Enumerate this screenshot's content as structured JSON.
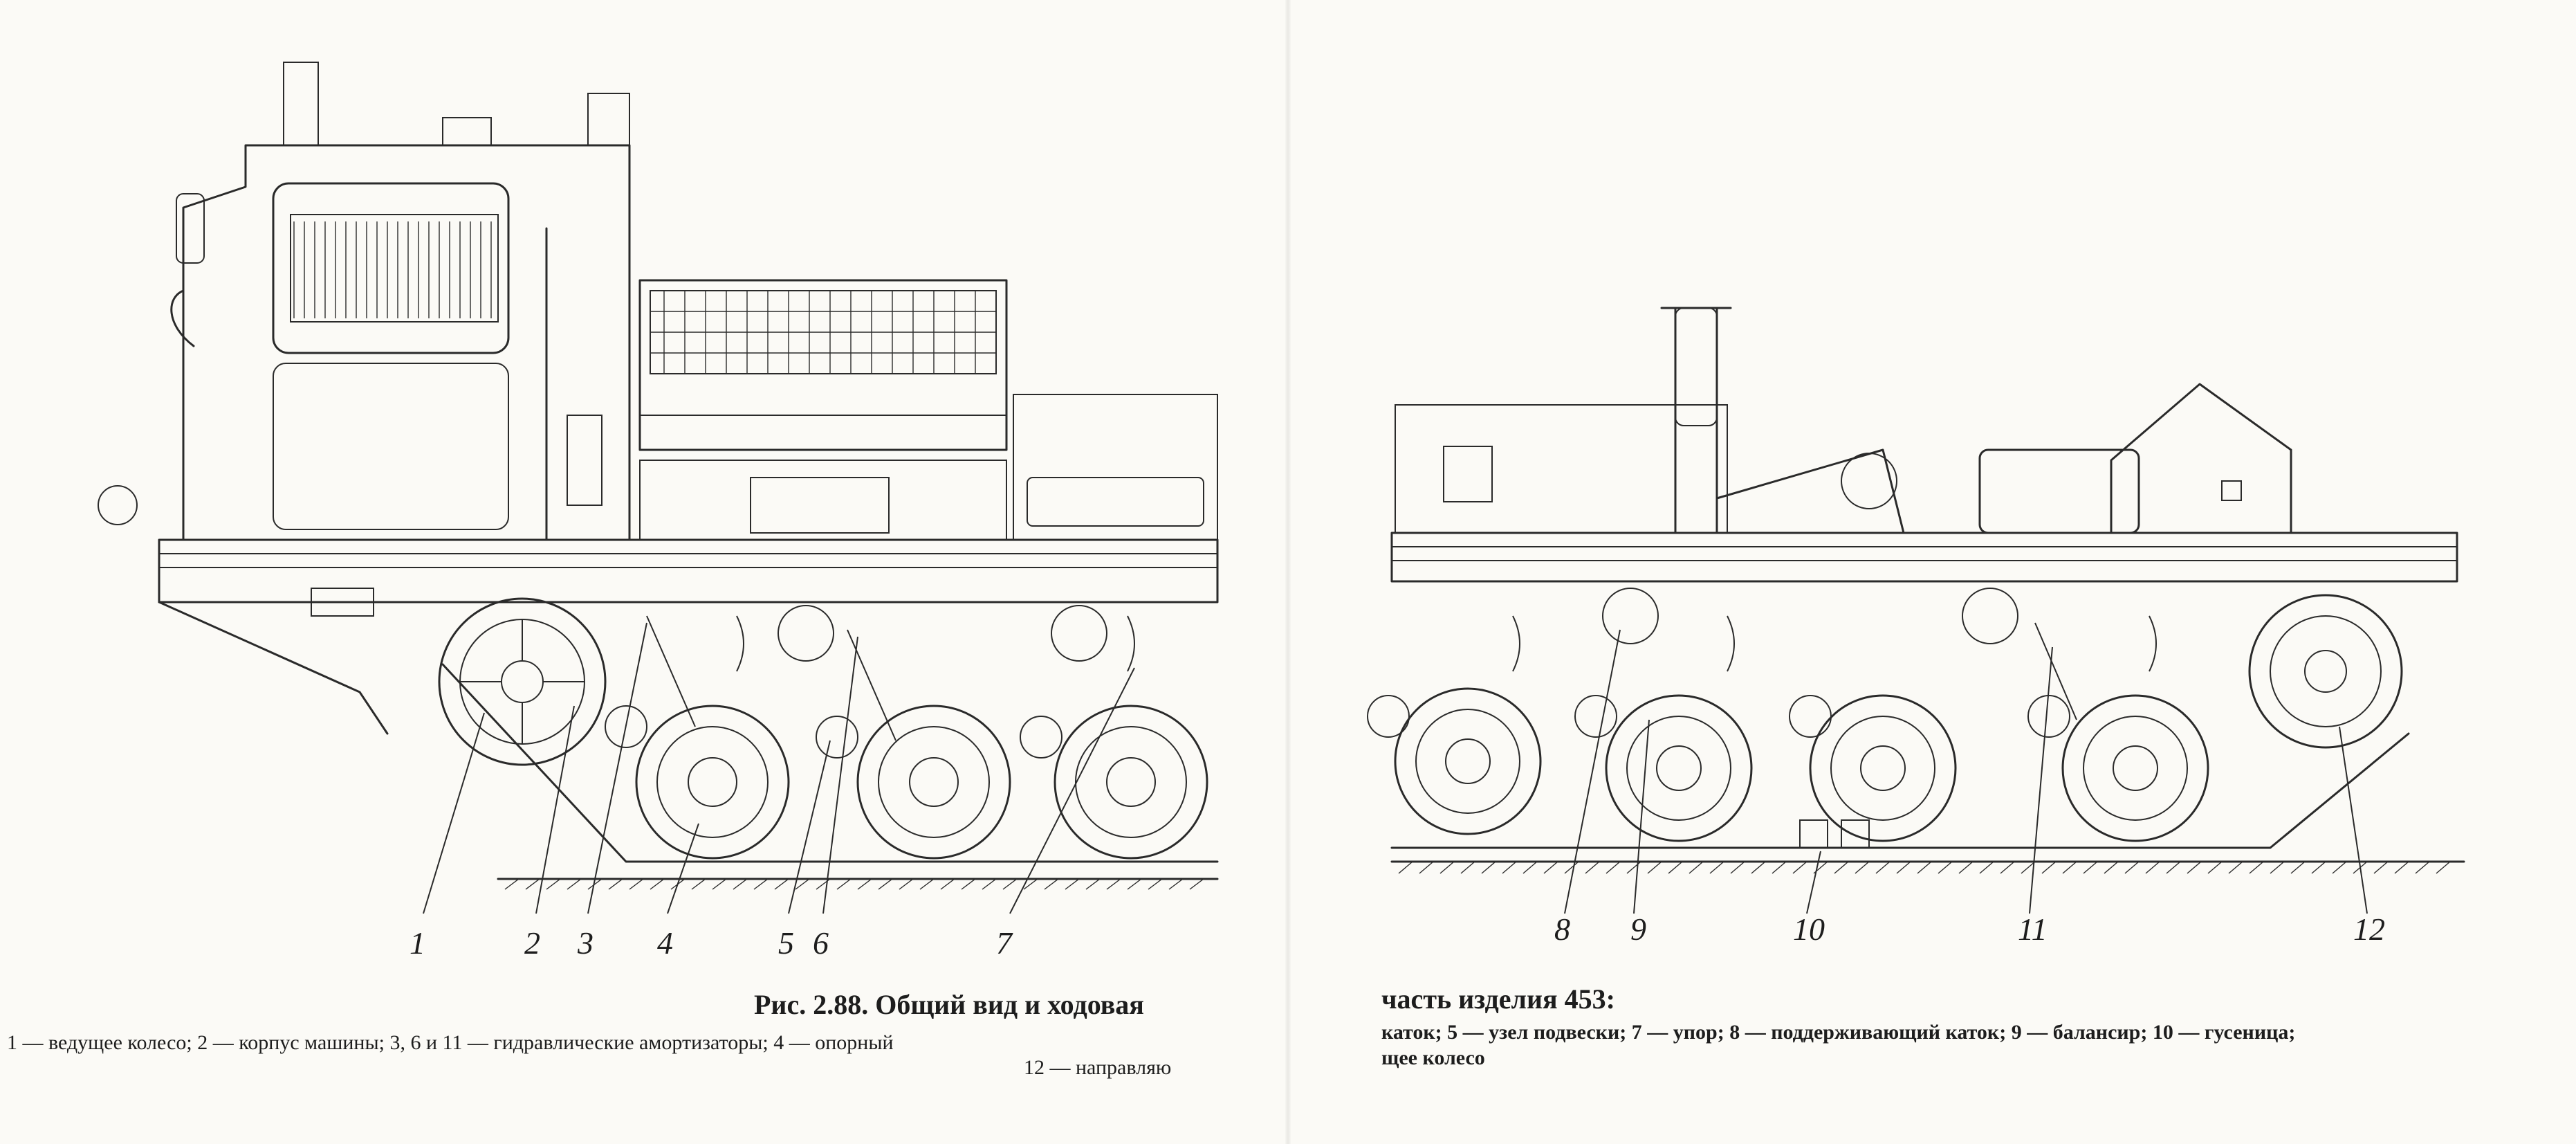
{
  "callouts_left": [
    "1",
    "2",
    "3",
    "4",
    "5",
    "6",
    "7"
  ],
  "callouts_right": [
    "8",
    "9",
    "10",
    "11",
    "12"
  ],
  "caption": {
    "title": "Рис. 2.88. Общий вид и ходовая",
    "title_continued": "часть изделия 453:",
    "left_line1": "1 — ведущее колесо; 2 — корпус машины; 3, 6 и 11 — гидравлические амортизаторы; 4 — опорный",
    "left_line2": "12 — направляю",
    "right_line1": "каток; 5 — узел подвески; 7 — упор; 8 — поддерживающий  каток; 9 — балансир; 10 — гусеница;",
    "right_line2": "щее колесо"
  }
}
